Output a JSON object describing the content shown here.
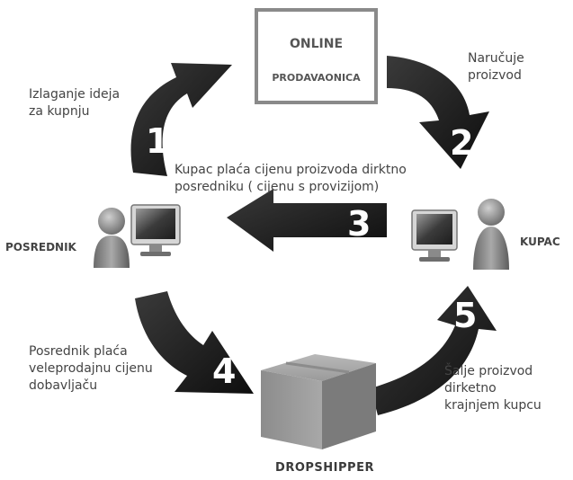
{
  "store": {
    "line1": "ONLINE",
    "line2": "PRODAVAONICA"
  },
  "roles": {
    "left": "POSREDNIK",
    "right": "KUPAC",
    "bottom": "DROPSHIPPER"
  },
  "steps": [
    {
      "number": "1",
      "text": [
        "Izlaganje ideja",
        "za kupnju"
      ]
    },
    {
      "number": "2",
      "text": [
        "Naručuje",
        "proizvod"
      ]
    },
    {
      "number": "3",
      "text": [
        "Kupac plaća cijenu proizvoda dirktno",
        "posredniku ( cijenu s provizijom)"
      ]
    },
    {
      "number": "4",
      "text": [
        "Posrednik plaća",
        "veleprodajnu cijenu",
        "dobavljaču"
      ]
    },
    {
      "number": "5",
      "text": [
        "Šalje proizvod",
        "dirketno",
        "krajnjem kupcu"
      ]
    }
  ],
  "icons": [
    "person-icon",
    "computer-monitor-icon",
    "cardboard-box-icon",
    "curved-arrow-icon",
    "straight-arrow-icon"
  ]
}
